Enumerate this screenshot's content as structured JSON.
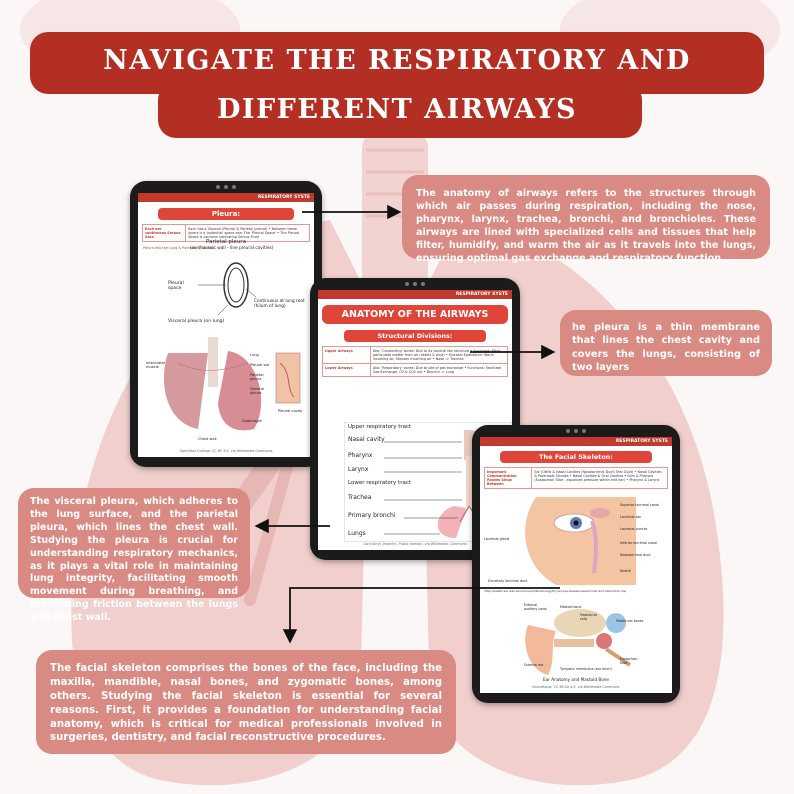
{
  "title": {
    "line1": "NAVIGATE THE RESPIRATORY AND",
    "line2": "DIFFERENT AIRWAYS"
  },
  "info_boxes": {
    "airways": "The anatomy of airways refers to the structures through which air passes during respiration, including the nose, pharynx, larynx, trachea, bronchi, and bronchioles. These airways are lined with specialized cells and tissues that help filter, humidify, and warm the air as it travels into the lungs, ensuring optimal gas exchange and respiratory function.",
    "pleura": "he pleura is a thin membrane that lines the chest cavity and covers the lungs, consisting of two layers",
    "visceral": "The visceral pleura, which adheres to the lung surface, and the parietal pleura, which lines the chest wall. Studying the pleura is crucial for understanding respiratory mechanics, as it plays a vital role in maintaining lung integrity, facilitating smooth movement during breathing, and preventing friction between the lungs and chest wall.",
    "facial": "The facial skeleton comprises the bones of the face, including the maxilla, mandible, nasal bones, and zygomatic bones, among others. Studying the facial skeleton is essential for several reasons. First, it provides a foundation for understanding facial anatomy, which is critical for medical professionals involved in surgeries, dentistry, and facial reconstructive procedures."
  },
  "tablet_pleura": {
    "header": "RESPIRATORY SYSTE",
    "pill": "Pleura:",
    "rows": [
      {
        "k": "Each are continuous Serous Sacs",
        "v": "Each has a Visceral (Pleura) & Parietal (pleura) • Between these layers is a 'potential' space aka: The 'Pleural Space' • The Pleural Space is contains lubricating Serous Fluid"
      }
    ],
    "note": "Pleura Into the Lung & Pulmonary Cavities",
    "labels": {
      "parietal": "Parietal pleura",
      "parietal_sub": "(on thoracic wall - line pleural cavities)",
      "space": "Pleural space",
      "continuous": "Continuous at lung root (hilum of lung)",
      "visceral": "Visceral pleura (on lung)",
      "lung": "Lung",
      "pleural_sac": "Pleural sac",
      "parietal2": "Parietal pleura",
      "visceral2": "Visceral pleura",
      "intercostal": "Intercostal muscle",
      "diaphragm": "Diaphragm",
      "pleural_cavity": "Pleural cavity",
      "chest_wall": "Chest wall"
    },
    "caption": "OpenStax College, CC BY 3.0, via Wikimedia Commons"
  },
  "tablet_airways": {
    "header": "RESPIRATORY SYSTE",
    "title": "ANATOMY OF THE AIRWAYS",
    "pill": "Structural Divisions:",
    "rows": [
      {
        "k": "Upper Airways",
        "v": "Aka: 'Conducting' zones: Due to its conduit like structure • Functions: Filter particulate matter from air (debris & dust) • Mucosal Epithelium: Warm incoming air, Moisten incoming air • Nose -> Trachea"
      },
      {
        "k": "Lower Airways",
        "v": "Aka: 'Respiratory' zones: Due to site of gas exchange • Functions: Facilitate Gas Exchange, O2 & CO2 out • Bronchi -> Lung"
      }
    ],
    "labels": {
      "upper": "Upper respiratory tract",
      "nasal": "Nasal cavity",
      "pharynx": "Pharynx",
      "larynx": "Larynx",
      "lower": "Lower respiratory tract",
      "trachea": "Trachea",
      "bronchi": "Primary bronchi",
      "lungs": "Lungs"
    },
    "caption": "Lord Akryl, Jmarchn, Public domain, via Wikimedia Commons"
  },
  "tablet_facial": {
    "header": "RESPIRATORY SYSTE",
    "pill": "The Facial Skeleton:",
    "rows": [
      {
        "k": "Important Communication Routes Sinus Between",
        "v": "Ear (Otitis & Nasal Cavities (Nasolacrimal Duct) Tear Duct) • Nasal Cavities & Paranasal Sinuses • Nasal Cavities & Oral Cavities • Ears & Pharynx (Eustachian Tube - equalizes pressure within mid ear) • Pharynx & Larynx"
      }
    ],
    "labels": {
      "lacrimal_gland": "Lacrimal gland",
      "superior": "Superior lacrimal canal",
      "sac": "Lacrimal sac",
      "puncta": "Lacrimal puncta",
      "inferior": "Inferior lacrimal canal",
      "nasolacrimal": "Nasolacrimal duct",
      "nostril": "Nostril",
      "excretory": "Excretory lacrimal duct",
      "url": "https://healthcare.utah.edu/moran/ophthalmology/thyroid-eye-disease/nasolacrimal-duct-obstruction.php",
      "ext_canal": "External auditory canal",
      "mastoid": "Mastoid bone",
      "air_cells": "Mastoid air cells",
      "ossicles": "Middle ear bones",
      "external": "External ear",
      "tympanic": "Tympanic membrane (ear drum)",
      "eustachian": "Eustachian tube",
      "ear_title": "Ear Anatomy and Mastoid Bone"
    },
    "caption": "BruceBlaus, CC BY-SA 4.0, via Wikimedia Commons"
  },
  "colors": {
    "title_bg": "#b32f24",
    "box_bg": "#d88a83",
    "lung_bg": "#f1d4d2",
    "accent": "#e0453a"
  }
}
